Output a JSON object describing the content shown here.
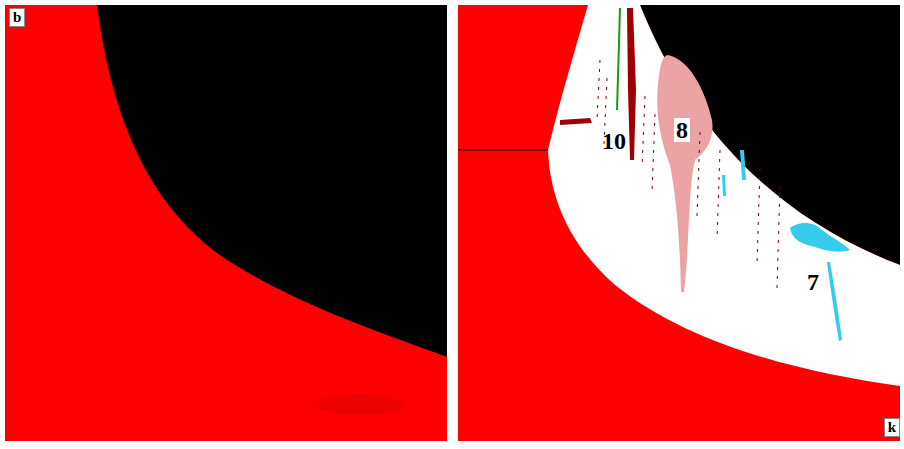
{
  "diagram": {
    "labels": [
      "b",
      "k",
      "10",
      "8",
      "7"
    ]
  }
}
